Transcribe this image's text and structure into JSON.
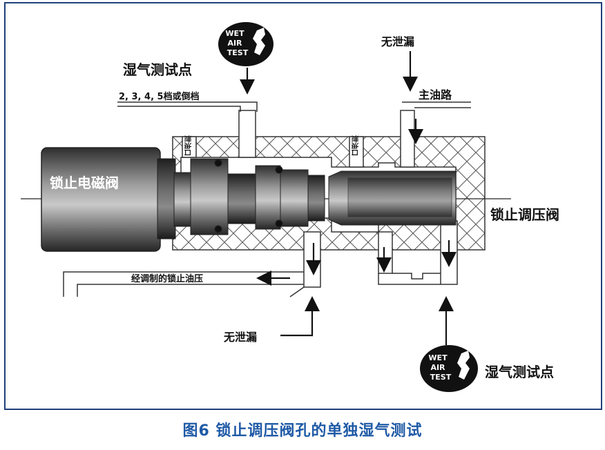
{
  "diagram": {
    "caption": "图6 锁止调压阀孔的单独湿气测试",
    "labels": {
      "wet_test_point_top": "湿气测试点",
      "wet_test_point_bottom": "湿气测试点",
      "no_leak_top": "无泄漏",
      "no_leak_bottom": "无泄漏",
      "gear_range": "2, 3, 4, 5档或倒档",
      "main_line": "主油路",
      "drain_left": "泄油口",
      "drain_right": "泄油口",
      "lockup_solenoid": "锁止电磁阀",
      "lockup_regulator": "锁止调压阀",
      "modulated_pressure": "经调制的锁止油压"
    },
    "badges": {
      "top": [
        "WET",
        "AIR",
        "TEST"
      ],
      "bottom": [
        "WET",
        "AIR",
        "TEST"
      ]
    },
    "colors": {
      "frame": "#1f3f7a",
      "caption": "#1f5aa6",
      "metal_dark": "#3a3a3a",
      "metal_light": "#9a9a9a",
      "badge": "#111111"
    }
  }
}
